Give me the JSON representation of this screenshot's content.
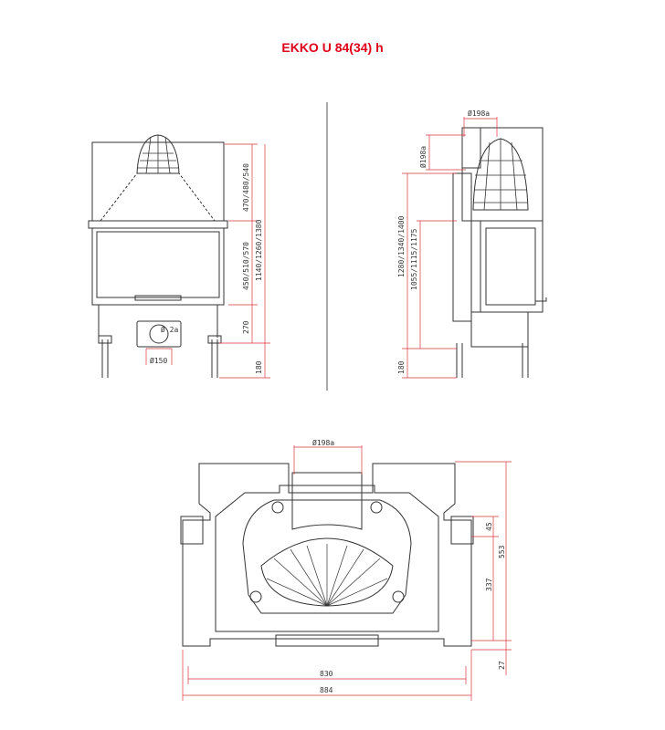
{
  "title": "EKKO U 84(34) h",
  "colors": {
    "title": "#e0001a",
    "dimension_line": "#d9343e",
    "outline": "#333333",
    "axis": "#555555"
  },
  "front_view": {
    "dims": {
      "upper_height": "470/480/540",
      "glass_height": "450/510/570",
      "total_height": "1140/1260/1380",
      "leg_height": "270",
      "foot": "180",
      "outlet": "Ø150",
      "inlet": "Ø 2a"
    }
  },
  "side_view": {
    "dims": {
      "flue_top": "Ø198a",
      "flue_side": "Ø198a",
      "total_height": "1280/1340/1400",
      "lower_height": "1055/1115/1175",
      "foot": "180"
    }
  },
  "top_view": {
    "dims": {
      "flue": "Ø198a",
      "depth_total": "553",
      "depth_inner": "337",
      "offset": "45",
      "width_inner": "830",
      "width_total": "884",
      "base": "27"
    }
  }
}
